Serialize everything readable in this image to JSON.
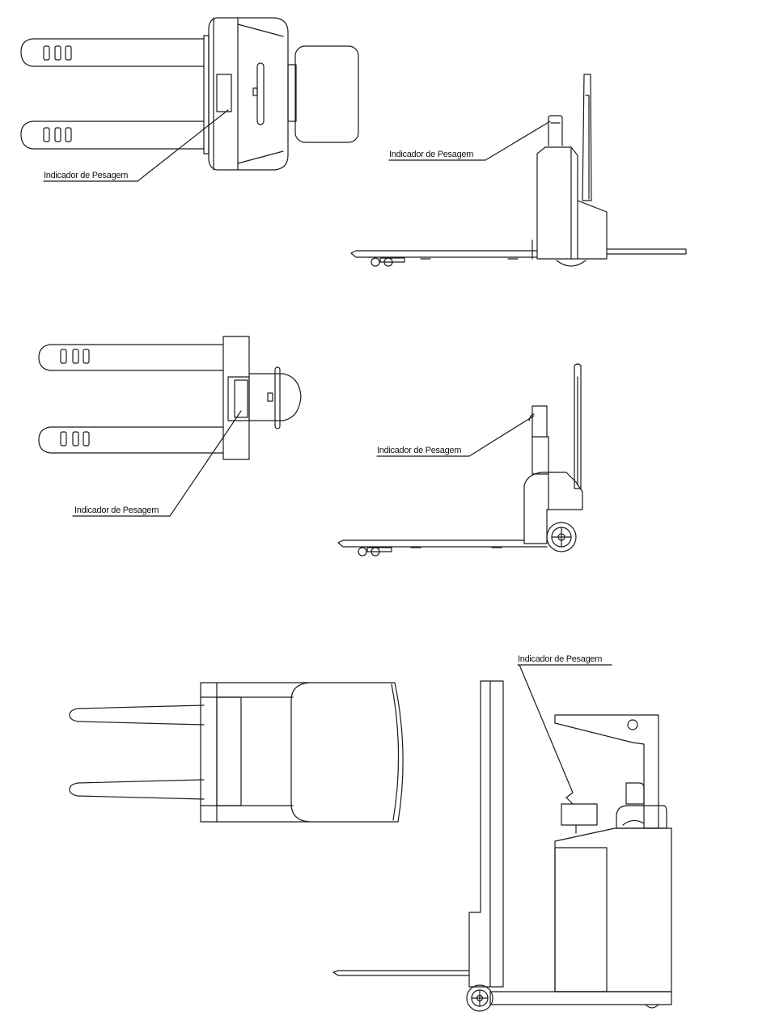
{
  "labels": {
    "top_view_1": "Indicador de Pesagem",
    "side_view_1": "Indicador de Pesagem",
    "top_view_2": "Indicador de Pesagem",
    "side_view_2": "Indicador de Pesagem",
    "side_view_3": "Indicador de Pesagem"
  },
  "colors": {
    "line": "#1a1a1a",
    "background": "#ffffff"
  }
}
